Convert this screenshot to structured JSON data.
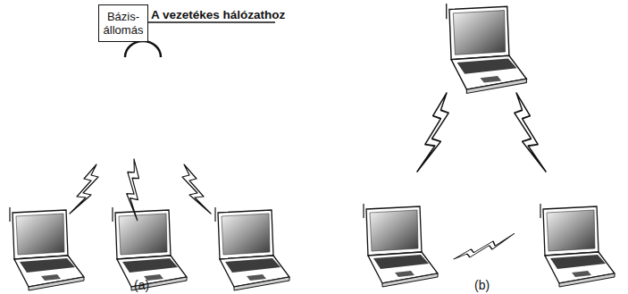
{
  "diagram": {
    "nodes": [
      {
        "text": [
          "Bázis- állomás"
        ]
      }
    ],
    "labels": [
      "A vezetékes hálózathoz",
      "(a)",
      "(b)"
    ]
  }
}
